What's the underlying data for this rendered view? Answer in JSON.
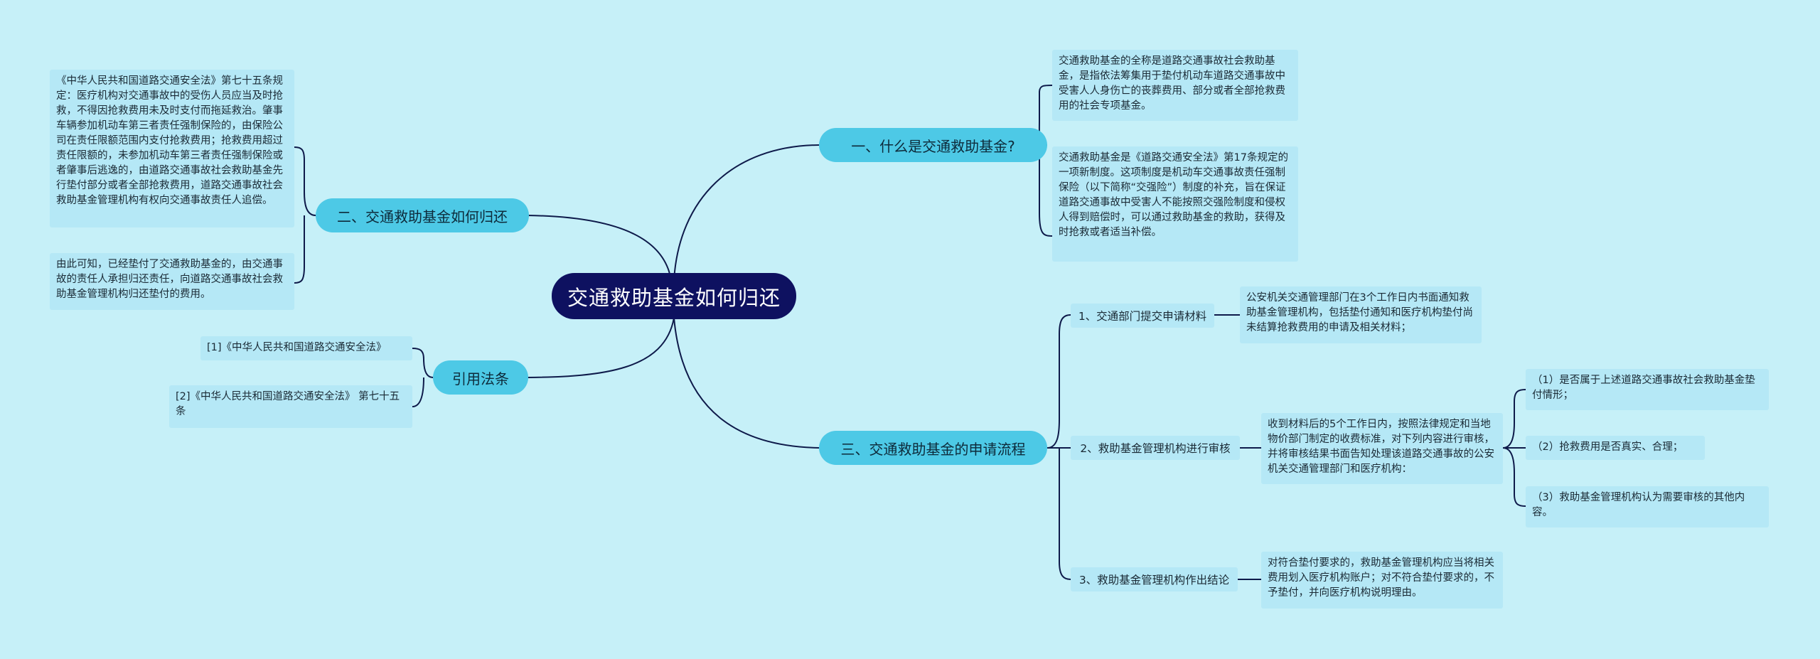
{
  "central": {
    "title": "交通救助基金如何归还"
  },
  "branches": {
    "what_is": {
      "label": "一、什么是交通救助基金?",
      "leaves": [
        "交通救助基金的全称是道路交通事故社会救助基金，是指依法筹集用于垫付机动车道路交通事故中受害人人身伤亡的丧葬费用、部分或者全部抢救费用的社会专项基金。",
        "交通救助基金是《道路交通安全法》第17条规定的一项新制度。这项制度是机动车交通事故责任强制保险（以下简称“交强险”）制度的补充，旨在保证道路交通事故中受害人不能按照交强险制度和侵权人得到赔偿时，可以通过救助基金的救助，获得及时抢救或者适当补偿。"
      ]
    },
    "how_return": {
      "label": "二、交通救助基金如何归还",
      "leaves": [
        "《中华人民共和国道路交通安全法》第七十五条规定：医疗机构对交通事故中的受伤人员应当及时抢救，不得因抢救费用未及时支付而拖延救治。肇事车辆参加机动车第三者责任强制保险的，由保险公司在责任限额范围内支付抢救费用；抢救费用超过责任限额的，未参加机动车第三者责任强制保险或者肇事后逃逸的，由道路交通事故社会救助基金先行垫付部分或者全部抢救费用，道路交通事故社会救助基金管理机构有权向交通事故责任人追偿。",
        "由此可知，已经垫付了交通救助基金的，由交通事故的责任人承担归还责任，向道路交通事故社会救助基金管理机构归还垫付的费用。"
      ]
    },
    "laws": {
      "label": "引用法条",
      "leaves": [
        "[1]《中华人民共和国道路交通安全法》",
        "[2]《中华人民共和国道路交通安全法》 第七十五条"
      ]
    },
    "process": {
      "label": "三、交通救助基金的申请流程",
      "steps": [
        {
          "label": "1、交通部门提交申请材料",
          "detail": "公安机关交通管理部门在3个工作日内书面通知救助基金管理机构，包括垫付通知和医疗机构垫付尚未结算抢救费用的申请及相关材料；"
        },
        {
          "label": "2、救助基金管理机构进行审核",
          "detail": "收到材料后的5个工作日内，按照法律规定和当地物价部门制定的收费标准，对下列内容进行审核，并将审核结果书面告知处理该道路交通事故的公安机关交通管理部门和医疗机构：",
          "items": [
            "（1）是否属于上述道路交通事故社会救助基金垫付情形；",
            "（2）抢救费用是否真实、合理；",
            "（3）救助基金管理机构认为需要审核的其他内容。"
          ]
        },
        {
          "label": "3、救助基金管理机构作出结论",
          "detail": "对符合垫付要求的，救助基金管理机构应当将相关费用划入医疗机构账户；对不符合垫付要求的，不予垫付，并向医疗机构说明理由。"
        }
      ]
    }
  },
  "colors": {
    "background": "#c6f0f8",
    "central": "#0e1160",
    "branch": "#4dc9e6",
    "leaf": "#b5e8f6",
    "line": "#0e1a4a"
  }
}
